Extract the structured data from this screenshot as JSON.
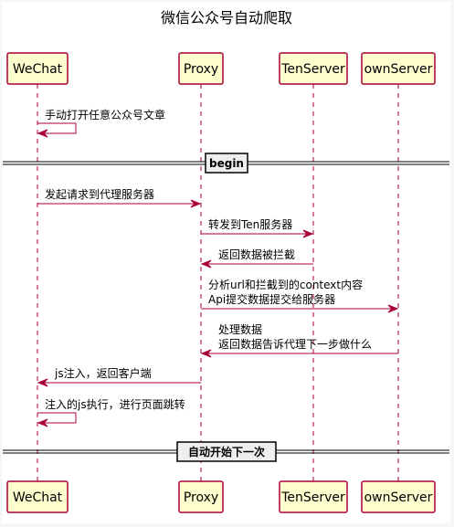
{
  "title": "微信公众号自动爬取",
  "participants": [
    {
      "id": "wechat",
      "label": "WeChat"
    },
    {
      "id": "proxy",
      "label": "Proxy"
    },
    {
      "id": "tenserver",
      "label": "TenServer"
    },
    {
      "id": "ownserver",
      "label": "ownServer"
    }
  ],
  "messages": [
    {
      "id": "m1",
      "from": "wechat",
      "to": "wechat",
      "lines": [
        "手动打开任意公众号文章"
      ]
    },
    {
      "id": "m2",
      "from": "wechat",
      "to": "proxy",
      "lines": [
        "发起请求到代理服务器"
      ]
    },
    {
      "id": "m3",
      "from": "proxy",
      "to": "tenserver",
      "lines": [
        "转发到Ten服务器"
      ]
    },
    {
      "id": "m4",
      "from": "tenserver",
      "to": "proxy",
      "lines": [
        "返回数据被拦截"
      ]
    },
    {
      "id": "m5",
      "from": "proxy",
      "to": "ownserver",
      "lines": [
        "分析url和拦截到的context内容",
        "Api提交数据提交给服务器"
      ]
    },
    {
      "id": "m6",
      "from": "ownserver",
      "to": "proxy",
      "lines": [
        "处理数据",
        "返回数据告诉代理下一步做什么"
      ]
    },
    {
      "id": "m7",
      "from": "proxy",
      "to": "wechat",
      "lines": [
        "js注入，返回客户端"
      ]
    },
    {
      "id": "m8",
      "from": "wechat",
      "to": "wechat",
      "lines": [
        "注入的js执行，进行页面跳转"
      ]
    }
  ],
  "dividers": [
    {
      "id": "d1",
      "label": "begin"
    },
    {
      "id": "d2",
      "label": "自动开始下一次"
    }
  ],
  "colors": {
    "participant_fill": "#fefece",
    "participant_border": "#a80036",
    "lifeline": "#a80036",
    "arrow": "#a80036",
    "divider_fill": "#eeeeee",
    "background": "#ffffff"
  }
}
